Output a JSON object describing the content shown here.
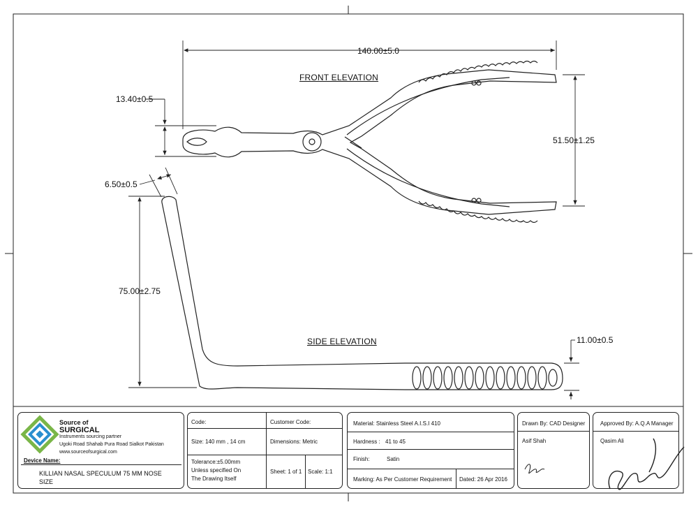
{
  "drawing": {
    "front_elevation_title": "FRONT ELEVATION",
    "side_elevation_title": "SIDE ELEVATION",
    "dimensions": {
      "overall_length": "140.00±5.0",
      "tip_height": "13.40±0.5",
      "opening_height": "51.50±1.25",
      "blade_thickness": "6.50±0.5",
      "blade_length": "75.00±2.75",
      "handle_thickness": "11.00±0.5"
    }
  },
  "company": {
    "source_of": "Source of",
    "name": "SURGICAL",
    "tagline": "Instruments sourcing partner",
    "address": "Ugoki Road Shahab Pura Road Sialkot Pakistan",
    "website": "www.sourceofsurgical.com",
    "device_name_label": "Device Name:",
    "device_name_line1": "KILLIAN NASAL SPECULUM 75 MM NOSE",
    "device_name_line2": "SIZE"
  },
  "spec": {
    "code": "Code:",
    "customer_code": "Customer Code:",
    "size": "Size:  140 mm , 14 cm",
    "dimensions": "Dimensions: Metric",
    "tolerance_1": "Tolerance:±5.00mm",
    "tolerance_2": "Unless specified On",
    "tolerance_3": "The Drawing Itself",
    "sheet": "Sheet:  1 of 1",
    "scale": "Scale:  1:1"
  },
  "material": {
    "material": "Material: Stainless Steel A.I.S.I 410",
    "hardness_label": "Hardness :",
    "hardness_value": "41 to 45",
    "finish_label": "Finish:",
    "finish_value": "Satin",
    "marking": "Marking: As Per Customer Requirement",
    "dated": "Dated: 26 Apr 2016"
  },
  "drawn": {
    "drawn_by": "Drawn By: CAD Designer",
    "name": "Asif Shah",
    "signature": "Asif"
  },
  "approved": {
    "approved_by": "Approved By: A.Q.A Manager",
    "name": "Qasim Ali"
  },
  "colors": {
    "line": "#222222",
    "logo_green": "#7ab648",
    "logo_blue": "#2a8fcf",
    "paper": "#ffffff"
  }
}
